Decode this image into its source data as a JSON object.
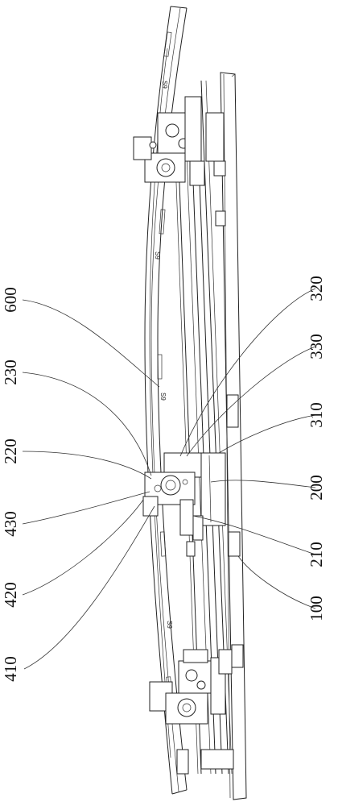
{
  "labels": {
    "l600": "600",
    "l230": "230",
    "l220": "220",
    "l430": "430",
    "l420": "420",
    "l410": "410",
    "l320": "320",
    "l330": "330",
    "l310": "310",
    "l200": "200",
    "l210": "210",
    "l100": "100"
  },
  "rail_marks": [
    "S9",
    "S9",
    "S9",
    "S9"
  ]
}
